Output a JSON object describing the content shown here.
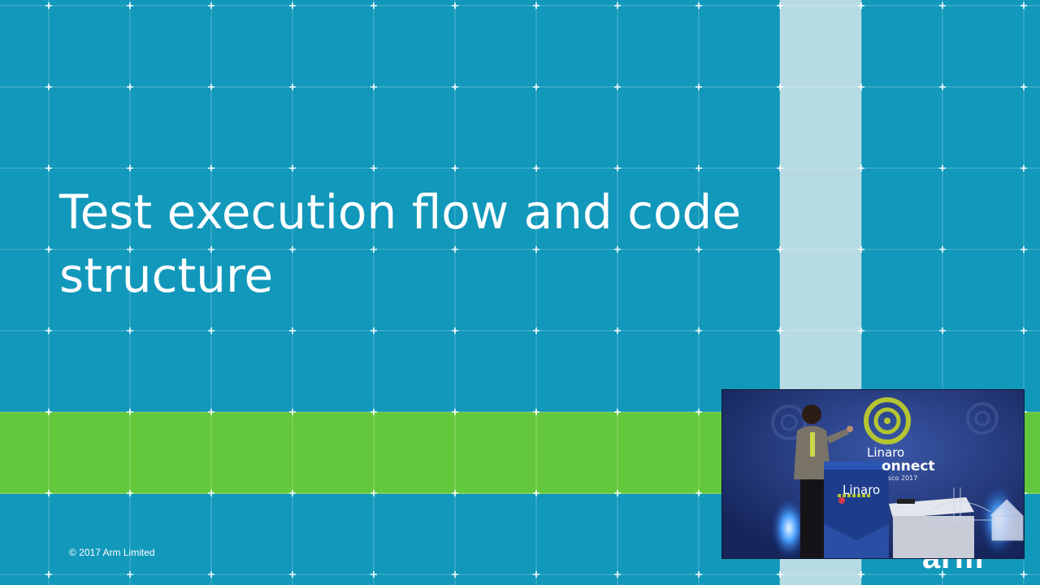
{
  "slide": {
    "title": "Test execution flow and code structure",
    "copyright": "© 2017 Arm Limited",
    "brand_logo_text": "arm",
    "colors": {
      "background": "#1198bb",
      "accent_band": "#64c83c",
      "pale_column": "#b6dbe2",
      "text": "#ffffff"
    }
  },
  "speaker_video": {
    "banner_brand": "Linaro",
    "banner_event": "onnect",
    "banner_location": "sco 2017",
    "podium_brand": "Linaro"
  }
}
